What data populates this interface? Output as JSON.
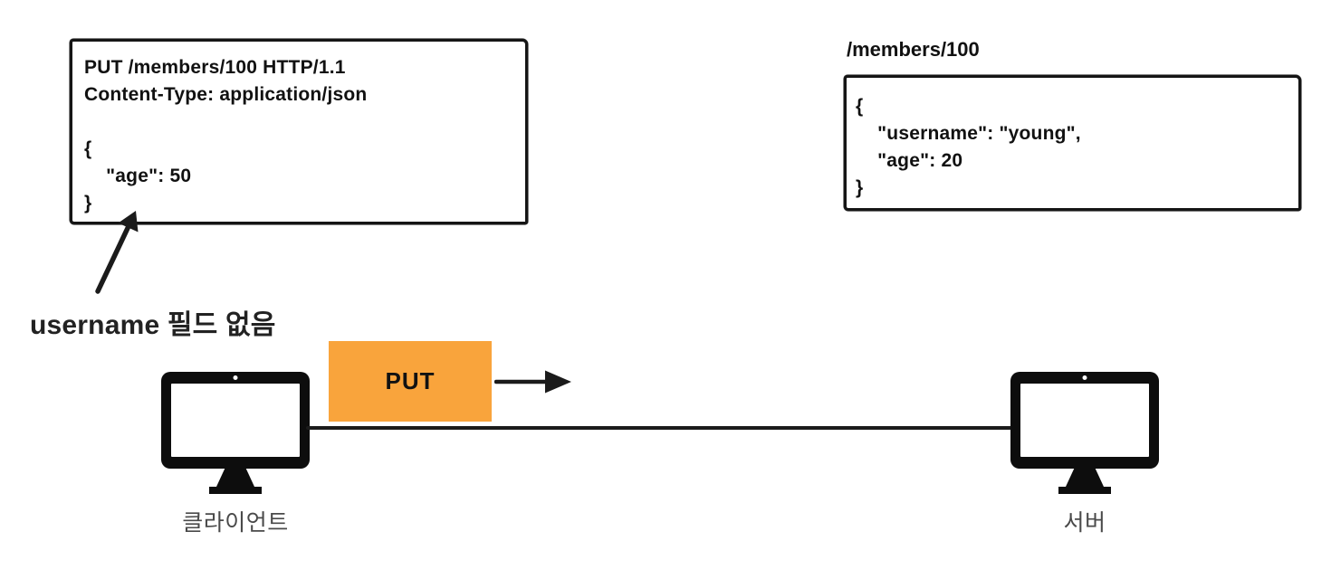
{
  "colors": {
    "accent_orange": "#F9A43C",
    "ink_black": "#1a1a1a",
    "label_gray": "#4a4a4a"
  },
  "request_box": {
    "lines": [
      "PUT /members/100 HTTP/1.1",
      "Content-Type: application/json",
      "",
      "{",
      "    \"age\": 50",
      "}"
    ]
  },
  "resource": {
    "path_label": "/members/100",
    "lines": [
      "{",
      "    \"username\": \"young\",",
      "    \"age\": 20",
      "}"
    ]
  },
  "annotation": {
    "text": "username 필드 없음"
  },
  "message": {
    "method": "PUT"
  },
  "client": {
    "label": "클라이언트"
  },
  "server": {
    "label": "서버"
  }
}
